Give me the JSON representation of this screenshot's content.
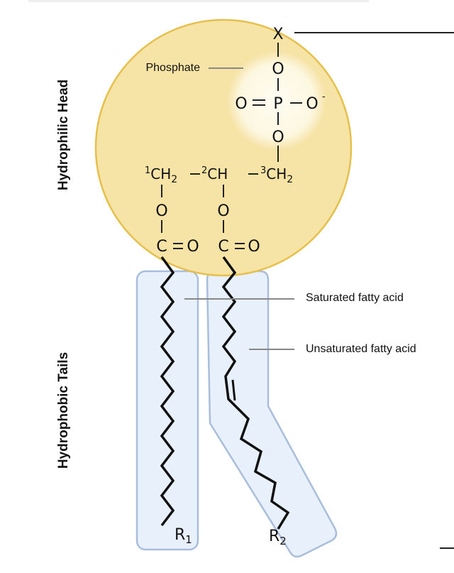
{
  "labels": {
    "hydrophilic_head": "Hydrophilic Head",
    "hydrophobic_tails": "Hydrophobic Tails",
    "phosphate": "Phosphate",
    "saturated": "Saturated fatty acid",
    "unsaturated": "Unsaturated fatty acid"
  },
  "chemistry": {
    "x_group": "X",
    "oxygen": "O",
    "phosphorus": "P",
    "charge": "-",
    "carbon1_sup": "1",
    "carbon2_sup": "2",
    "carbon3_sup": "3",
    "ch2": "CH",
    "ch2_sub": "2",
    "ch": "CH",
    "carbonyl_c": "C",
    "r1": "R",
    "r1_sub": "1",
    "r2": "R",
    "r2_sub": "2"
  },
  "colors": {
    "head_fill": "#f6e3a6",
    "head_stroke": "#e6c04c",
    "phosphate_glow": "#fdf8e4",
    "tail_fill": "#e8f0fb",
    "tail_stroke": "#a9bedb"
  }
}
